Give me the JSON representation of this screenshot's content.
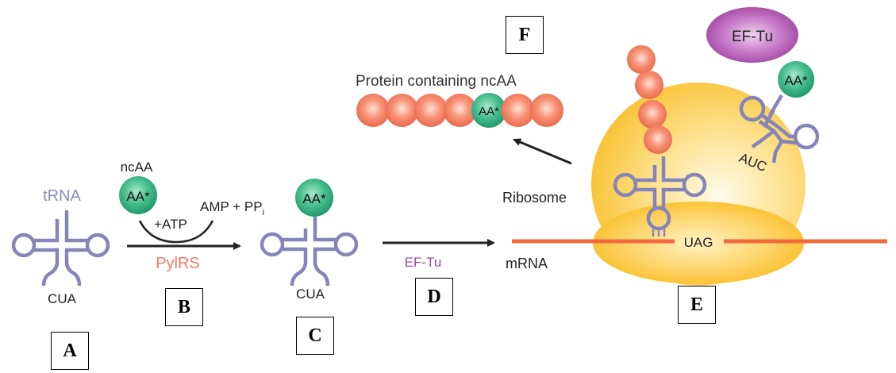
{
  "diagram": {
    "title": "Genetic code expansion with PylRS/tRNA pair",
    "step_labels": {
      "A": "A",
      "B": "B",
      "C": "C",
      "D": "D",
      "E": "E",
      "F": "F"
    },
    "trna_label": "tRNA",
    "anticodon_initial": "CUA",
    "anticodon_charged": "CUA",
    "ncaa_label": "ncAA",
    "aa_star": "AA*",
    "atp_label": "+ATP",
    "amp_label": "AMP + PP",
    "amp_subscript": "i",
    "synthetase_label": "PylRS",
    "eftu_arrow_label": "EF-Tu",
    "eftu_bubble_label": "EF-Tu",
    "ribosome_label": "Ribosome",
    "mrna_label": "mRNA",
    "codon_label": "UAG",
    "incoming_anticodon": "AUC",
    "protein_label": "Protein containing ncAA",
    "protein_chain": [
      "aa",
      "aa",
      "aa",
      "aa",
      "ncAA",
      "aa",
      "aa"
    ],
    "colors": {
      "trna": "#8585b8",
      "ncaa_green": "#3bb585",
      "aa_red": "#f07a5e",
      "pylrs_text": "#f07a66",
      "eftu_purple": "#a54ca8",
      "eftu_text": "#9a4aa0",
      "ribosome": "#fcc63a",
      "mrna": "#f26a3b",
      "trna_text": "#8c8cc0"
    }
  }
}
